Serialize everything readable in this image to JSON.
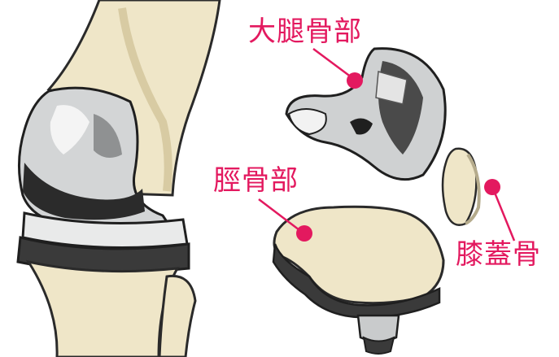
{
  "labels": {
    "femoral": "大腿骨部",
    "tibial": "脛骨部",
    "patellar": "膝蓋骨"
  },
  "colors": {
    "accent": "#e3195f",
    "bone": "#efe6c8",
    "metal_light": "#c9cbcc",
    "metal_dark": "#2b2b2b"
  }
}
